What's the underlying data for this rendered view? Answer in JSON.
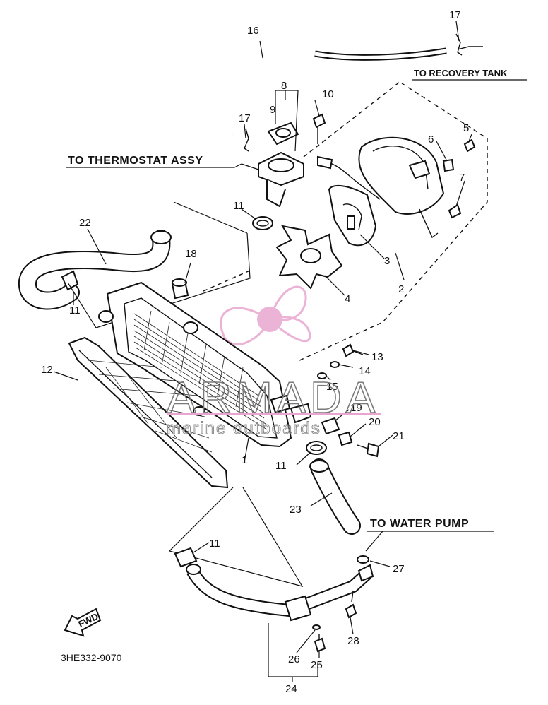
{
  "callouts": {
    "to_recovery_tank": "TO RECOVERY TANK",
    "to_thermostat_assy": "TO THERMOSTAT ASSY",
    "to_water_pump": "TO WATER PUMP"
  },
  "part_numbers": {
    "p1": "1",
    "p2": "2",
    "p3": "3",
    "p4": "4",
    "p5": "5",
    "p6": "6",
    "p7": "7",
    "p8": "8",
    "p9": "9",
    "p10": "10",
    "p11a": "11",
    "p11b": "11",
    "p11c": "11",
    "p11d": "11",
    "p12": "12",
    "p13": "13",
    "p14": "14",
    "p15": "15",
    "p16": "16",
    "p17a": "17",
    "p17b": "17",
    "p18": "18",
    "p19": "19",
    "p20": "20",
    "p21": "21",
    "p22": "22",
    "p23": "23",
    "p24": "24",
    "p25": "25",
    "p26": "26",
    "p27": "27",
    "p28": "28"
  },
  "fwd_label": "FWD",
  "diagram_code": "3HE332-9070",
  "watermark": {
    "brand": "ARMADA",
    "tagline": "marine outboards",
    "logo": "propeller-logo"
  },
  "colors": {
    "ink": "#111111",
    "watermark_pink": "#e8a6cf",
    "watermark_gray": "#7a7a7a"
  }
}
